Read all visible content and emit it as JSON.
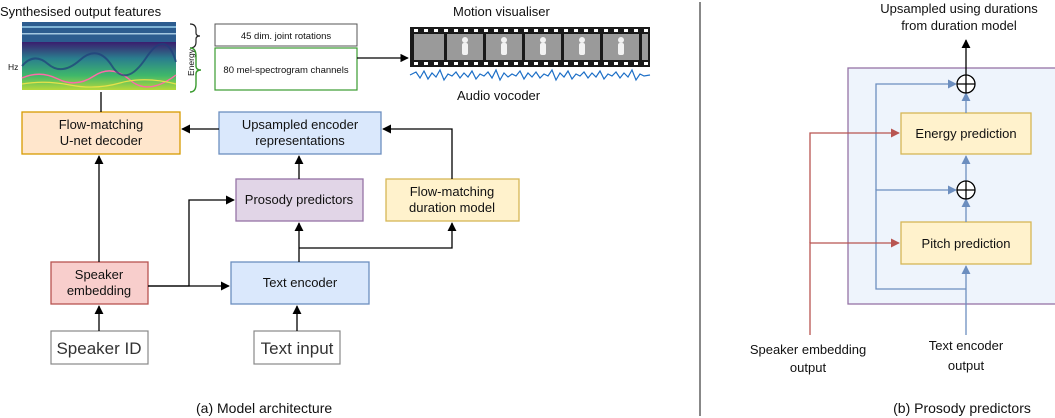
{
  "panel_a": {
    "caption": "(a) Model architecture",
    "synth_label": "Synthesised output features",
    "joint_rotations": "45 dim. joint rotations",
    "mel_channels": "80 mel-spectrogram channels",
    "motion_label": "Motion visualiser",
    "audio_label": "Audio vocoder",
    "decoder": [
      "Flow-matching",
      "U-net decoder"
    ],
    "upsampled": [
      "Upsampled encoder",
      "representations"
    ],
    "prosody": "Prosody predictors",
    "duration": [
      "Flow-matching",
      "duration model"
    ],
    "speaker_embedding": [
      "Speaker",
      "embedding"
    ],
    "text_encoder": "Text encoder",
    "speaker_id": "Speaker ID",
    "text_input": "Text input",
    "spectro_axis": [
      "Hz",
      "Energy"
    ]
  },
  "panel_b": {
    "caption": "(b) Prosody predictors",
    "top_label": [
      "Upsampled using durations",
      "from duration model"
    ],
    "energy": "Energy prediction",
    "pitch": "Pitch prediction",
    "speaker_output": [
      "Speaker embedding",
      "output"
    ],
    "text_output": [
      "Text encoder",
      "output"
    ]
  },
  "colors": {
    "decoder_fill": "#ffe6cc",
    "decoder_stroke": "#d79b00",
    "blue_fill": "#dae8fc",
    "blue_stroke": "#6c8ebf",
    "purple_fill": "#e1d5e7",
    "purple_stroke": "#9673a6",
    "yellow_fill": "#fff2cc",
    "yellow_stroke": "#d6b656",
    "red_fill": "#f8cecc",
    "red_stroke": "#b85450",
    "panel_b_bg": "#eef4fc",
    "panel_b_border": "#9673a6",
    "arrow_red": "#b85450",
    "arrow_blue": "#6c8ebf"
  }
}
